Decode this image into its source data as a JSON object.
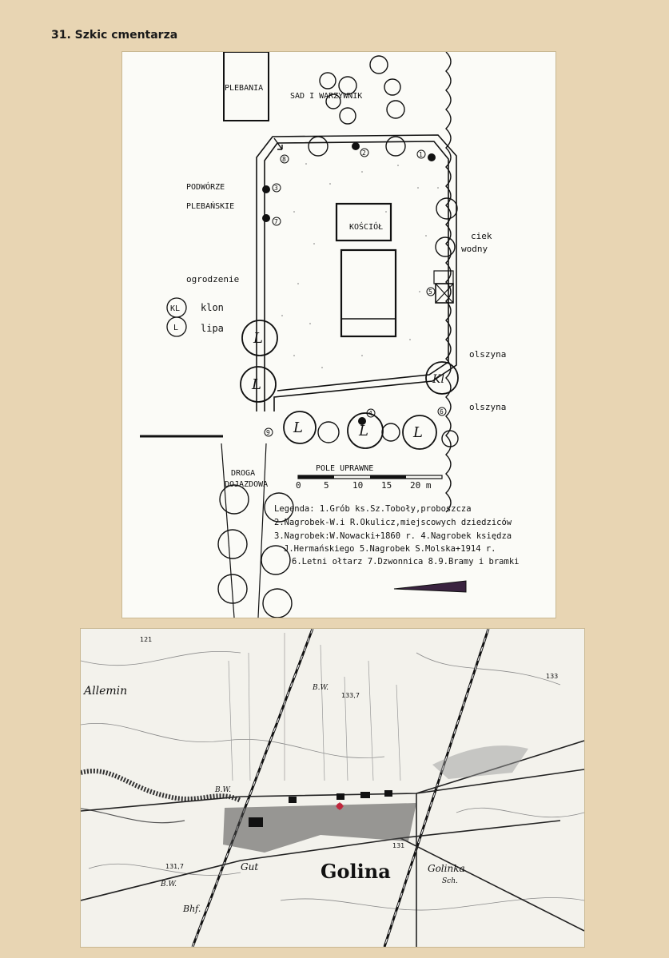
{
  "page": {
    "title": "31. Szkic cmentarza"
  },
  "sketch": {
    "labels": {
      "plebania": "PLEBANIA",
      "sad": "SAD I WARZYWNIK",
      "podworze_1": "PODWÓRZE",
      "podworze_2": "PLEBAŃSKIE",
      "kosciol": "KOŚCIÓŁ",
      "ciek_1": "ciek",
      "ciek_2": "wodny",
      "ogrodzenie": "ogrodzenie",
      "olszyna_1": "olszyna",
      "olszyna_2": "olszyna",
      "droga_1": "DROGA",
      "droga_2": "DOJAZDOWA",
      "pole": "POLE UPRAWNE"
    },
    "key": [
      {
        "symbol": "KL",
        "text": "klon"
      },
      {
        "symbol": "L",
        "text": "lipa"
      }
    ],
    "scale": {
      "ticks": [
        "0",
        "5",
        "10",
        "15",
        "20 m"
      ]
    },
    "legend": {
      "lines": [
        "Legenda: 1.Grób ks.Sz.Toboły,proboszcza",
        "2.Nagrobek-W.i R.Okulicz,miejscowych dziedziców",
        "3.Nagrobek:W.Nowacki+1860 r.  4.Nagrobek księdza",
        "J.Hermańskiego  5.Nagrobek S.Molska+1914 r.",
        "6.Letni ołtarz  7.Dzwonnica  8.9.Bramy i bramki"
      ]
    },
    "tree_marks": {
      "lipa": "L",
      "klon": "Kl"
    },
    "numbers": [
      "1",
      "2",
      "3",
      "4",
      "5",
      "6",
      "7",
      "8",
      "9"
    ]
  },
  "map": {
    "labels": {
      "town": "Golina",
      "gut": "Gut",
      "golinka": "Golinka",
      "sch": "Sch.",
      "bhf": "Bhf.",
      "bw1": "B.W.",
      "bw2": "B.W.",
      "bw3": "B.W.",
      "allemin": "Allemin",
      "h131_7": "131,7",
      "h131": "131",
      "h133_7": "133,7",
      "h133": "133",
      "h121": "121"
    }
  }
}
